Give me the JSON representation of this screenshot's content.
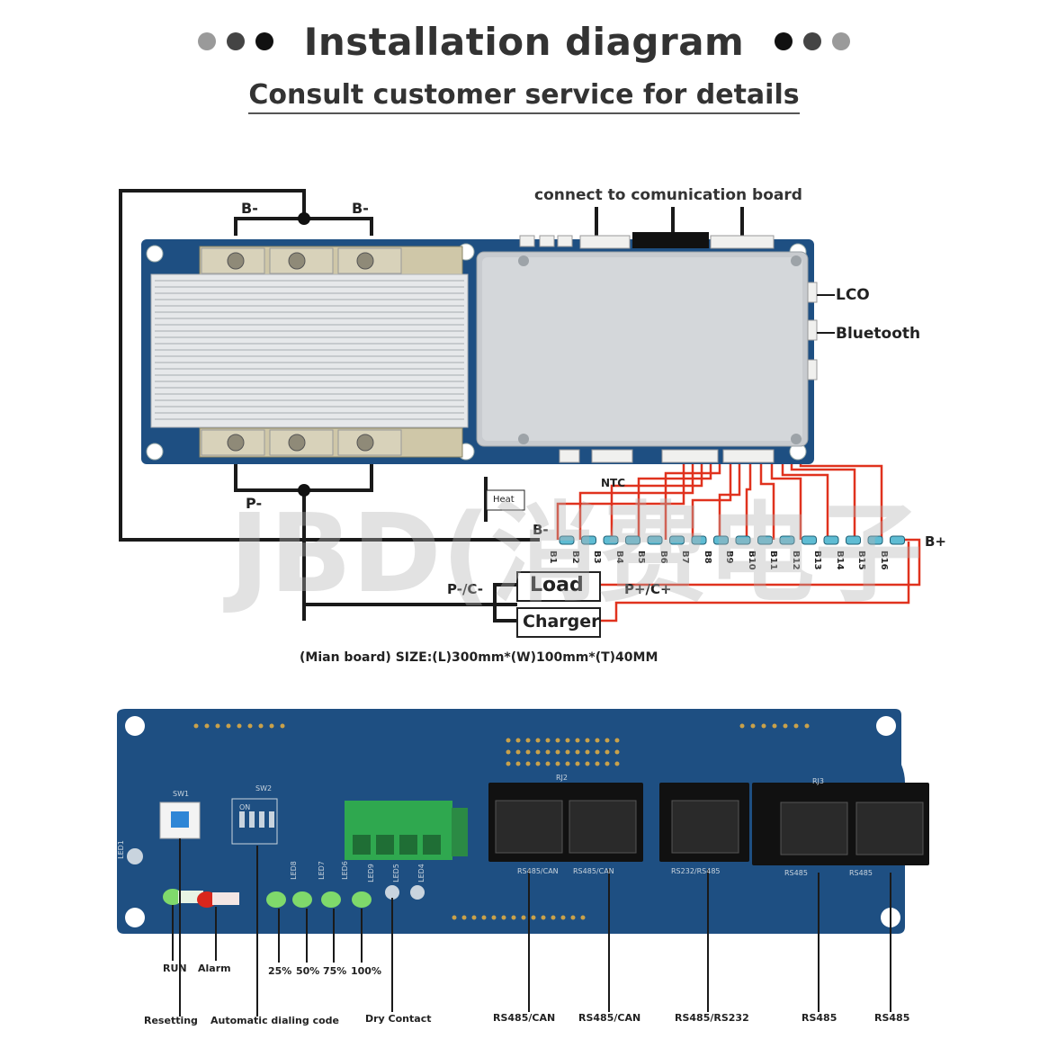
{
  "header": {
    "title": "Installation diagram",
    "subtitle": "Consult customer service for details"
  },
  "main_board": {
    "top_labels": {
      "b_minus_left": "B-",
      "b_minus_right": "B-",
      "comm": "connect to comunication board"
    },
    "side_labels": {
      "lco": "LCO",
      "bluetooth": "Bluetooth"
    },
    "bottom_labels": {
      "p_minus": "P-",
      "ntc": "NTC",
      "heat": "Heat",
      "b_minus": "B-",
      "b_plus": "B+",
      "p_c_minus": "P-/C-",
      "p_c_plus": "P+/C+",
      "load": "Load",
      "charger": "Charger"
    },
    "cells": [
      "B1",
      "B2",
      "B3",
      "B4",
      "B5",
      "B6",
      "B7",
      "B8",
      "B9",
      "B10",
      "B11",
      "B12",
      "B13",
      "B14",
      "B15",
      "B16"
    ],
    "size": "(Mian board) SIZE:(L)300mm*(W)100mm*(T)40MM",
    "watermark": "JBD(消费电子"
  },
  "comm_board": {
    "labels": {
      "run": "RUN",
      "alarm": "Alarm",
      "p25": "25%",
      "p50": "50%",
      "p75": "75%",
      "p100": "100%",
      "resetting": "Resetting",
      "dial": "Automatic dialing code",
      "dry": "Dry Contact",
      "rs485can_1": "RS485/CAN",
      "rs485can_2": "RS485/CAN",
      "rs485232": "RS485/RS232",
      "rs485_1": "RS485",
      "rs485_2": "RS485"
    },
    "silk": {
      "sw1": "SW1",
      "sw2": "SW2",
      "on": "ON",
      "rj2": "RJ2",
      "rj3": "RJ3",
      "led1": "LED1",
      "led5": "LED5",
      "led6": "LED6",
      "led7": "LED7",
      "led8": "LED8",
      "led9": "LED9",
      "led4": "LED4",
      "rs485can_a": "RS485/CAN",
      "rs485can_b": "RS485/CAN",
      "rs232": "RS232/RS485",
      "rs485_a": "RS485",
      "rs485_b": "RS485"
    }
  },
  "colors": {
    "pcb": "#1e4f82",
    "wire_red": "#e0321e",
    "wire_black": "#1a1a1a",
    "terminal_green": "#2fa84f",
    "led_green": "#7fd96b",
    "led_red": "#d9261c"
  }
}
